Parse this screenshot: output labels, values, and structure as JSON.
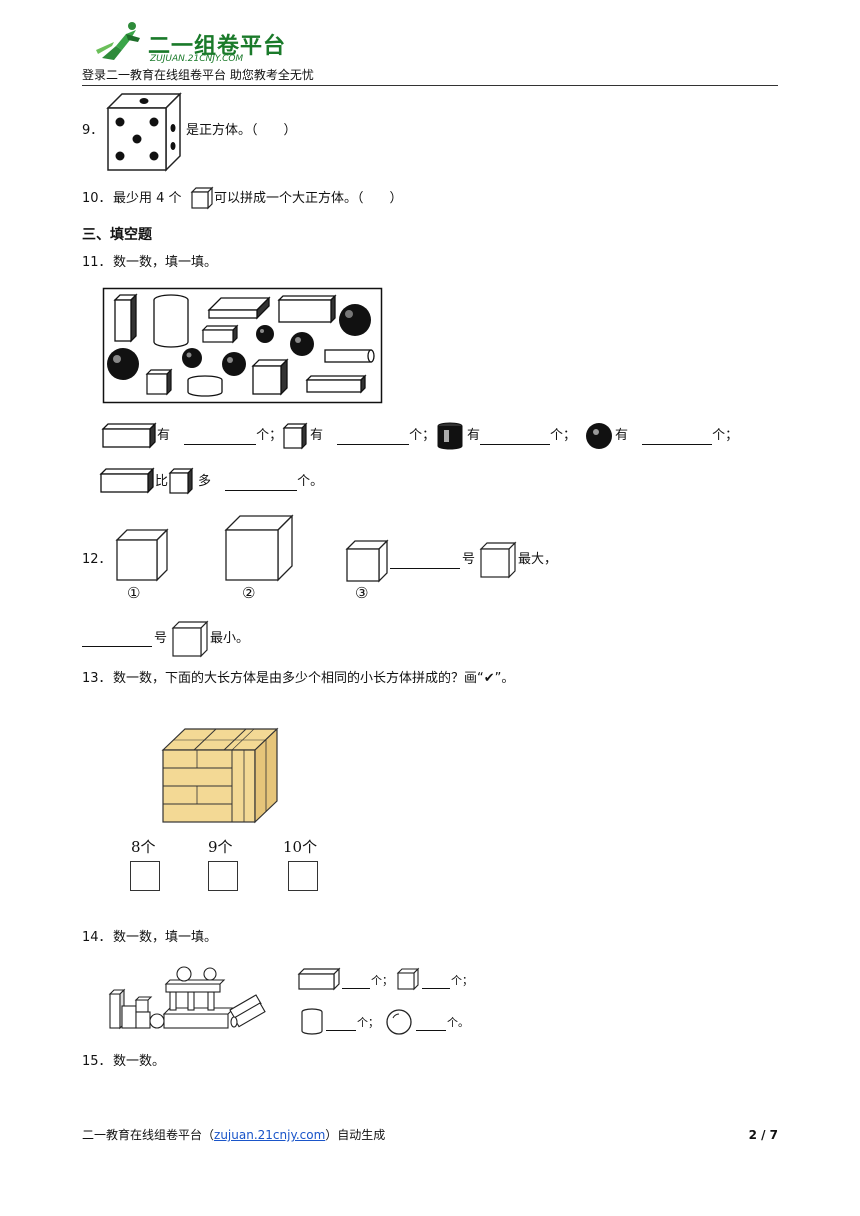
{
  "header": {
    "logo_title": "二一组卷平台",
    "logo_sub": "ZUJUAN.21CNJY.COM",
    "tagline": "登录二一教育在线组卷平台  助您教考全无忧"
  },
  "q9": {
    "num": "9．",
    "text": "是正方体。（　　）"
  },
  "q10": {
    "num": "10．",
    "text_a": "最少用 4 个",
    "text_b": "可以拼成一个大正方体。（　　）"
  },
  "section3": {
    "title": "三、填空题"
  },
  "q11": {
    "num": "11．",
    "text": "数一数，填一填。",
    "row1": {
      "a": "有",
      "b": "个；",
      "c": "有",
      "d": "个；",
      "e": "有",
      "f": "个；",
      "g": "有",
      "h": "个；"
    },
    "row2": {
      "a": "比",
      "b": "多",
      "c": "个。"
    }
  },
  "q12": {
    "num": "12．",
    "labels": [
      "①",
      "②",
      "③"
    ],
    "t1": "号",
    "t2": "最大，",
    "t3": "号",
    "t4": "最小。"
  },
  "q13": {
    "num": "13．",
    "text": "数一数，下面的大长方体是由多少个相同的小长方体拼成的？画“✔”。",
    "options": [
      "8个",
      "9个",
      "10个"
    ]
  },
  "q14": {
    "num": "14．",
    "text": "数一数，填一填。",
    "unit": "个；",
    "unit_end": "个。"
  },
  "q15": {
    "num": "15．",
    "text": "数一数。"
  },
  "footer": {
    "left_a": "二一教育在线组卷平台（",
    "link": "zujuan.21cnjy.com",
    "left_b": "）自动生成",
    "page": "2 / 7"
  }
}
